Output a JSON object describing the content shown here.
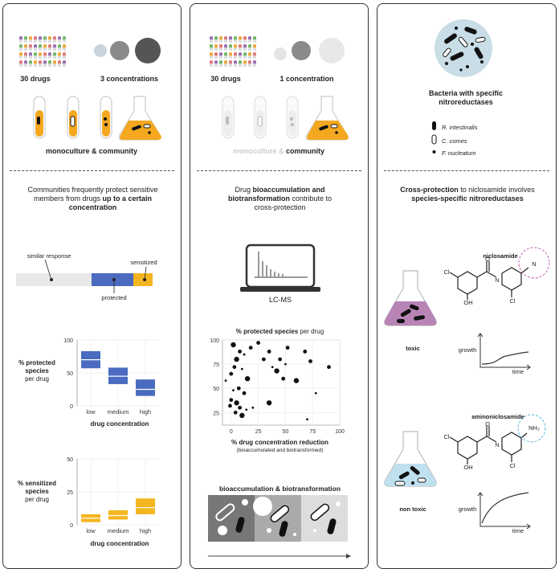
{
  "panel1": {
    "drugs_label": "30 drugs",
    "conc_label": "3 concentrations",
    "culture_label": "monoculture & community",
    "desc_a": "Communities frequently protect sensitive",
    "desc_b": "members from drugs ",
    "desc_b_bold": "up to a certain",
    "desc_c": "concentration",
    "bar_similar": "similar response",
    "bar_sensitized": "sensitized",
    "bar_protected": "protected",
    "protected_ylabel": [
      "% protected",
      "species",
      "per drug"
    ],
    "protected_xlabel": "drug concentration",
    "sensitized_ylabel": [
      "% sensitized",
      "species",
      "per drug"
    ],
    "sensitized_xlabel": "drug concentration"
  },
  "panel2": {
    "drugs_label": "30 drugs",
    "conc_label": "1 concentration",
    "culture_faded": "monoculture & ",
    "culture_bold": "community",
    "desc_a1": "Drug ",
    "desc_a2": "bioaccumulation and",
    "desc_b1": "biotransformation",
    "desc_b2": " contribute to",
    "desc_c": "cross-protection",
    "lcms_label": "LC-MS",
    "scatter_title_bold": "% protected species",
    "scatter_title_rest": " per drug",
    "scatter_xlabel": "% drug concentration reduction",
    "scatter_xsub": "(bioaccumulated and biotransformed)",
    "bio_title": "bioaccumulation  & biotransformation"
  },
  "panel3": {
    "bacteria_a": "Bacteria with specific",
    "bacteria_b": "nitroreductases",
    "legend": [
      "R. intestinalis",
      "C. comes",
      "F. nucleatum"
    ],
    "desc_a1": "Cross-protection",
    "desc_a2": " to niclosamide involves",
    "desc_b": "species-specific nitroreductases",
    "drug1": "niclosamide",
    "drug2": "aminoniclosamide",
    "toxic": "toxic",
    "nontoxic": "non toxic",
    "growth": "growth",
    "time": "time"
  },
  "chart_data": [
    {
      "type": "box",
      "ylabel": "% protected species per drug",
      "xlabel": "drug concentration",
      "categories": [
        "low",
        "medium",
        "high"
      ],
      "ylim": [
        0,
        100
      ],
      "yticks": [
        0,
        50,
        100
      ],
      "boxes": [
        {
          "q1": 57,
          "median": 70,
          "q3": 83
        },
        {
          "q1": 33,
          "median": 45,
          "q3": 58
        },
        {
          "q1": 15,
          "median": 25,
          "q3": 40
        }
      ],
      "color": "#4a6bbf"
    },
    {
      "type": "box",
      "ylabel": "% sensitized species per drug",
      "xlabel": "drug concentration",
      "categories": [
        "low",
        "medium",
        "high"
      ],
      "ylim": [
        0,
        50
      ],
      "yticks": [
        0,
        25,
        50
      ],
      "boxes": [
        {
          "q1": 2,
          "median": 5,
          "q3": 8
        },
        {
          "q1": 4,
          "median": 7,
          "q3": 11
        },
        {
          "q1": 8,
          "median": 13,
          "q3": 20
        }
      ],
      "color": "#f4b620"
    },
    {
      "type": "scatter",
      "xlabel": "% drug concentration reduction",
      "ylabel": "% protected species per drug",
      "xlim": [
        -8,
        100
      ],
      "ylim": [
        12,
        100
      ],
      "xticks": [
        0,
        25,
        50,
        75,
        100
      ],
      "yticks": [
        25,
        50,
        75,
        100
      ],
      "points": [
        [
          2,
          95
        ],
        [
          8,
          88
        ],
        [
          18,
          92
        ],
        [
          12,
          85
        ],
        [
          25,
          97
        ],
        [
          5,
          80
        ],
        [
          -5,
          58
        ],
        [
          0,
          65
        ],
        [
          3,
          72
        ],
        [
          10,
          70
        ],
        [
          15,
          60
        ],
        [
          7,
          50
        ],
        [
          2,
          48
        ],
        [
          12,
          45
        ],
        [
          0,
          38
        ],
        [
          5,
          35
        ],
        [
          -1,
          32
        ],
        [
          8,
          30
        ],
        [
          14,
          28
        ],
        [
          4,
          25
        ],
        [
          10,
          22
        ],
        [
          20,
          30
        ],
        [
          30,
          80
        ],
        [
          35,
          88
        ],
        [
          38,
          72
        ],
        [
          42,
          68
        ],
        [
          45,
          80
        ],
        [
          50,
          75
        ],
        [
          52,
          92
        ],
        [
          48,
          60
        ],
        [
          60,
          58
        ],
        [
          68,
          88
        ],
        [
          73,
          78
        ],
        [
          78,
          45
        ],
        [
          90,
          72
        ],
        [
          35,
          35
        ],
        [
          70,
          18
        ]
      ]
    }
  ]
}
